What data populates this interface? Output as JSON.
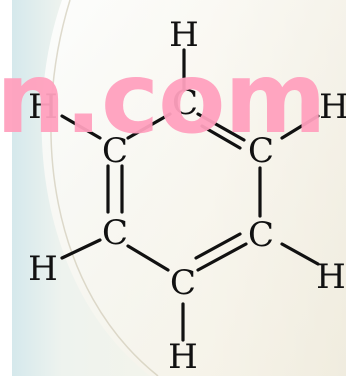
{
  "diagram": {
    "atoms": {
      "c_top": "C",
      "c_upper_left": "C",
      "c_upper_right": "C",
      "c_lower_left": "C",
      "c_lower_right": "C",
      "c_bottom": "C",
      "h_top": "H",
      "h_upper_left": "H",
      "h_upper_right": "H",
      "h_lower_left": "H",
      "h_lower_right": "H",
      "h_bottom": "H"
    }
  },
  "watermark": {
    "text": "n.com"
  }
}
